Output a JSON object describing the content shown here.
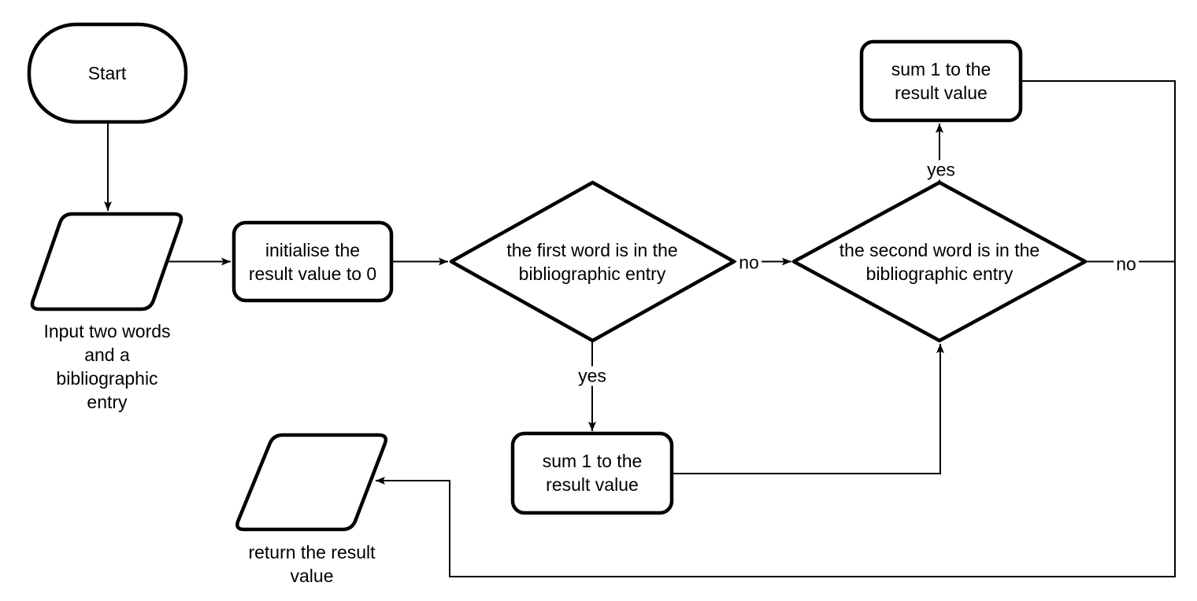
{
  "diagram": {
    "type": "flowchart",
    "background_color": "#ffffff",
    "stroke_color": "#000000",
    "text_color": "#000000",
    "nodes": {
      "start": {
        "type": "terminator",
        "label": "Start"
      },
      "input_words": {
        "type": "data-input",
        "label": "Input two words\nand a\nbibliographic\nentry"
      },
      "initialise": {
        "type": "process",
        "label": "initialise the\nresult value to 0"
      },
      "first_word_check": {
        "type": "decision",
        "label": "the first word is in the\nbibliographic entry"
      },
      "sum_first": {
        "type": "process",
        "label": "sum 1 to the\nresult value"
      },
      "second_word_check": {
        "type": "decision",
        "label": "the second word is in the\nbibliographic entry"
      },
      "sum_second": {
        "type": "process",
        "label": "sum 1 to the\nresult value"
      },
      "return_result": {
        "type": "data-output",
        "label": "return the result\nvalue"
      }
    },
    "edges": [
      {
        "from": "start",
        "to": "input_words",
        "label": ""
      },
      {
        "from": "input_words",
        "to": "initialise",
        "label": ""
      },
      {
        "from": "initialise",
        "to": "first_word_check",
        "label": ""
      },
      {
        "from": "first_word_check",
        "to": "second_word_check",
        "label": "no"
      },
      {
        "from": "first_word_check",
        "to": "sum_first",
        "label": "yes"
      },
      {
        "from": "sum_first",
        "to": "second_word_check",
        "label": ""
      },
      {
        "from": "second_word_check",
        "to": "sum_second",
        "label": "yes"
      },
      {
        "from": "second_word_check",
        "to": "return_result",
        "label": "no"
      },
      {
        "from": "sum_second",
        "to": "return_result",
        "label": ""
      }
    ]
  }
}
